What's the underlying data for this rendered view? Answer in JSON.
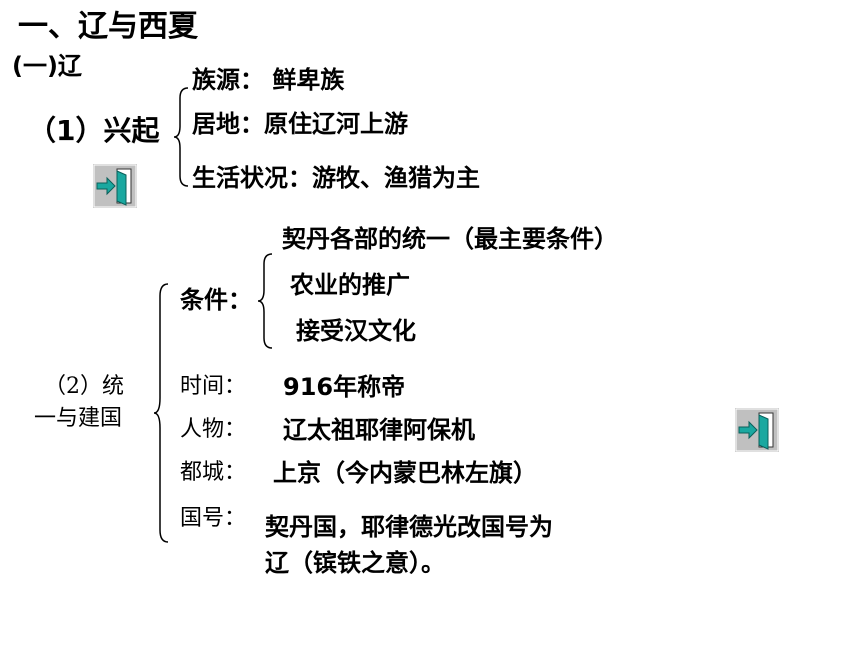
{
  "heading": "一、辽与西夏",
  "subheading": "(一)辽",
  "rise": {
    "label": "（1）兴起",
    "items": [
      "族源： 鲜卑族",
      "居地：原住辽河上游",
      "生活状况：游牧、渔猎为主"
    ]
  },
  "unify": {
    "label_line1": "（2）统",
    "label_line2": "一与建国",
    "conditions_label": "条件：",
    "conditions": [
      "契丹各部的统一（最主要条件）",
      "农业的推广",
      "接受汉文化"
    ],
    "time_label": "时间：",
    "time_value": "916年称帝",
    "person_label": "人物：",
    "person_value": "辽太祖耶律阿保机",
    "capital_label": "都城：",
    "capital_value": "上京（今内蒙巴林左旗）",
    "title_label": "国号：",
    "title_value_line1": "契丹国，耶律德光改国号为",
    "title_value_line2": "辽（镔铁之意）。"
  },
  "icons": [
    "exit-door-icon",
    "exit-door-icon"
  ],
  "colors": {
    "text": "#000000",
    "background": "#ffffff",
    "icon_teal": "#1aa8a0",
    "icon_gray": "#c0c0c0"
  }
}
